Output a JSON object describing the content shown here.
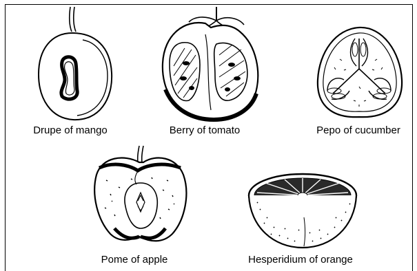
{
  "labels": {
    "mango": "Drupe of mango",
    "tomato": "Berry of tomato",
    "cucumber": "Pepo of cucumber",
    "apple": "Pome of apple",
    "orange": "Hesperidium of orange"
  }
}
